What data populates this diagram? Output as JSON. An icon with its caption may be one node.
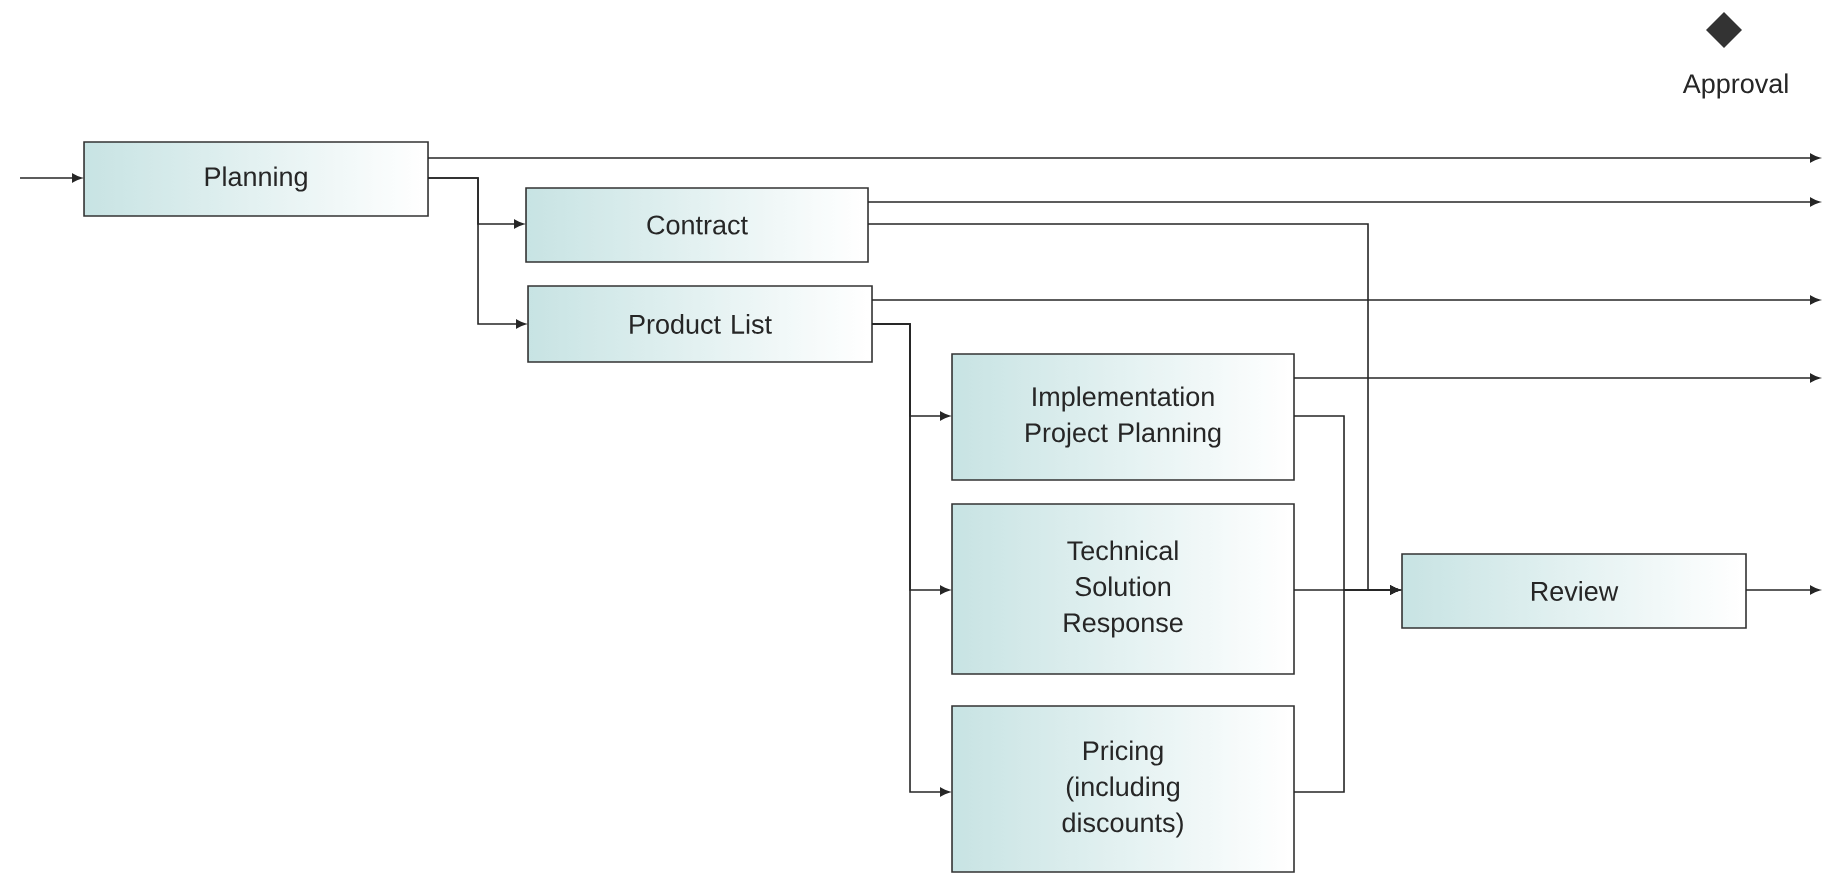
{
  "diagram": {
    "nodes": [
      {
        "text": [
          "Planning"
        ]
      },
      {
        "text": [
          "Contract"
        ]
      },
      {
        "text": [
          "Product List"
        ]
      },
      {
        "text": [
          "Implementation Project Planning"
        ]
      },
      {
        "text": [
          "Technical Solution Response"
        ]
      },
      {
        "text": [
          "Pricing (including discounts)"
        ]
      },
      {
        "text": [
          "Review"
        ]
      },
      {
        "text": [
          "Approval"
        ]
      }
    ],
    "edges": [
      {
        "from": null,
        "to": 0,
        "arrow": "to"
      },
      {
        "from": 0,
        "to": null,
        "arrow": "to"
      },
      {
        "from": 0,
        "to": 1,
        "arrow": "to"
      },
      {
        "from": 0,
        "to": 2,
        "arrow": "to"
      },
      {
        "from": 1,
        "to": null,
        "arrow": "to"
      },
      {
        "from": 1,
        "to": 6,
        "arrow": "to"
      },
      {
        "from": 2,
        "to": null,
        "arrow": "to"
      },
      {
        "from": 2,
        "to": 3,
        "arrow": "to"
      },
      {
        "from": 2,
        "to": 4,
        "arrow": "to"
      },
      {
        "from": 2,
        "to": 5,
        "arrow": "to"
      },
      {
        "from": 3,
        "to": null,
        "arrow": "to"
      },
      {
        "from": 3,
        "to": 6,
        "arrow": "to"
      },
      {
        "from": 4,
        "to": 6,
        "arrow": "to"
      },
      {
        "from": 5,
        "to": 6,
        "arrow": "to"
      },
      {
        "from": 6,
        "to": null,
        "arrow": "to"
      }
    ]
  }
}
